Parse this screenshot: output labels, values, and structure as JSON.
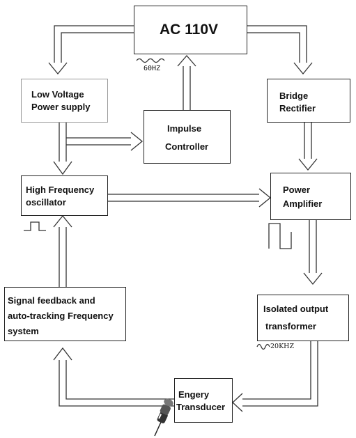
{
  "diagram": {
    "ac_source": "AC 110V",
    "freq_60": "60HZ",
    "freq_20k": "20KHZ",
    "low_voltage": [
      "Low Voltage",
      "Power supply"
    ],
    "bridge": [
      "Bridge",
      "Rectifier"
    ],
    "impulse": [
      "Impulse",
      "Controller"
    ],
    "hf_osc": [
      "High Frequency",
      "oscillator"
    ],
    "power_amp": [
      "Power",
      "Amplifier"
    ],
    "feedback": [
      "Signal feedback and",
      "auto-tracking Frequency",
      "system"
    ],
    "isolated": [
      "Isolated output",
      "transformer"
    ],
    "transducer": [
      "Engery",
      "Transducer"
    ]
  }
}
